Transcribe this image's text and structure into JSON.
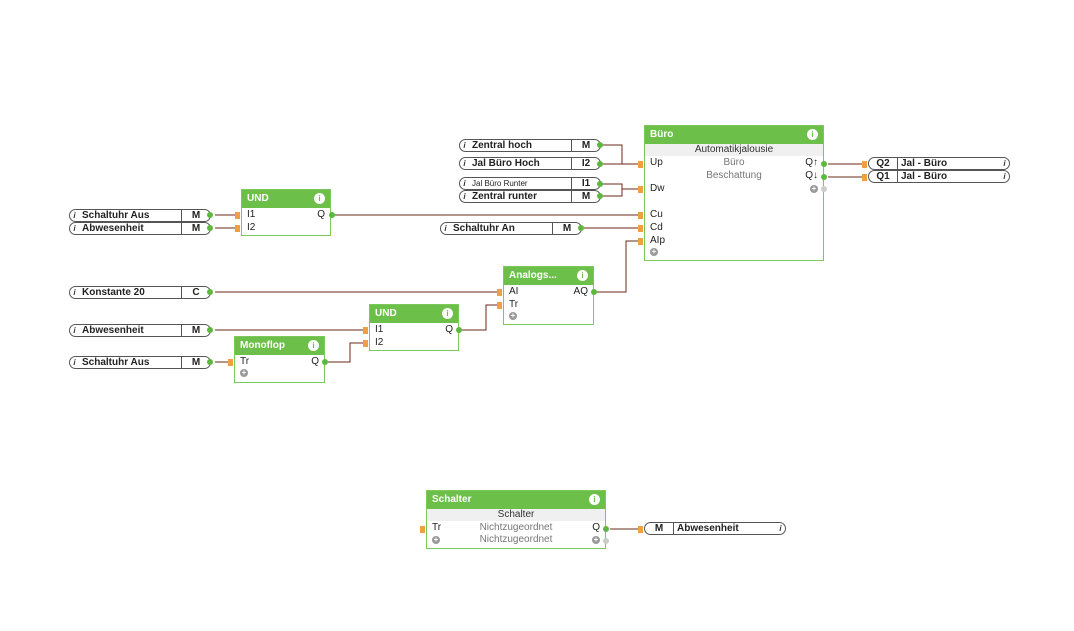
{
  "tags": {
    "zentral_hoch": {
      "name": "Zentral hoch",
      "type": "M"
    },
    "jal_buero_hoch": {
      "name": "Jal Büro Hoch",
      "type": "I2"
    },
    "jal_buero_runter": {
      "name": "Jal Büro Runter",
      "type": "I1"
    },
    "zentral_runter": {
      "name": "Zentral runter",
      "type": "M"
    },
    "schaltuhr_aus_1": {
      "name": "Schaltuhr Aus",
      "type": "M"
    },
    "abwesenheit_1": {
      "name": "Abwesenheit",
      "type": "M"
    },
    "schaltuhr_an": {
      "name": "Schaltuhr An",
      "type": "M"
    },
    "konstante_20": {
      "name": "Konstante 20",
      "type": "C"
    },
    "abwesenheit_2": {
      "name": "Abwesenheit",
      "type": "M"
    },
    "schaltuhr_aus_2": {
      "name": "Schaltuhr Aus",
      "type": "M"
    },
    "q2_out": {
      "name": "Jal - Büro",
      "type": "Q2"
    },
    "q1_out": {
      "name": "Jal - Büro",
      "type": "Q1"
    },
    "abwesenheit_out": {
      "name": "Abwesenheit",
      "type": "M"
    },
    "info_glyph": "i"
  },
  "blocks": {
    "buero": {
      "title": "Büro",
      "subtitle": "Automatikjalousie",
      "in": [
        "Up",
        "Dw",
        "Cu",
        "Cd",
        "AIp"
      ],
      "out": [
        "Q↑",
        "Q↓"
      ],
      "center": [
        "Büro",
        "Beschattung"
      ]
    },
    "und1": {
      "title": "UND",
      "in": [
        "I1",
        "I2"
      ],
      "out": "Q"
    },
    "analog": {
      "title": "Analogs...",
      "in": [
        "AI",
        "Tr"
      ],
      "out": "AQ"
    },
    "und2": {
      "title": "UND",
      "in": [
        "I1",
        "I2"
      ],
      "out": "Q"
    },
    "monoflop": {
      "title": "Monoflop",
      "in": "Tr",
      "out": "Q"
    },
    "schalter": {
      "title": "Schalter",
      "subtitle": "Schalter",
      "in": "Tr",
      "out": "Q",
      "center": [
        "Nichtzugeordnet",
        "Nichtzugeordnet"
      ]
    }
  },
  "glyphs": {
    "info": "i",
    "plus": "+"
  },
  "colors": {
    "block_green": "#6cc04a",
    "wire": "#6b2a1a",
    "pin_orange": "#f0a040",
    "pin_green": "#5cb83c"
  }
}
